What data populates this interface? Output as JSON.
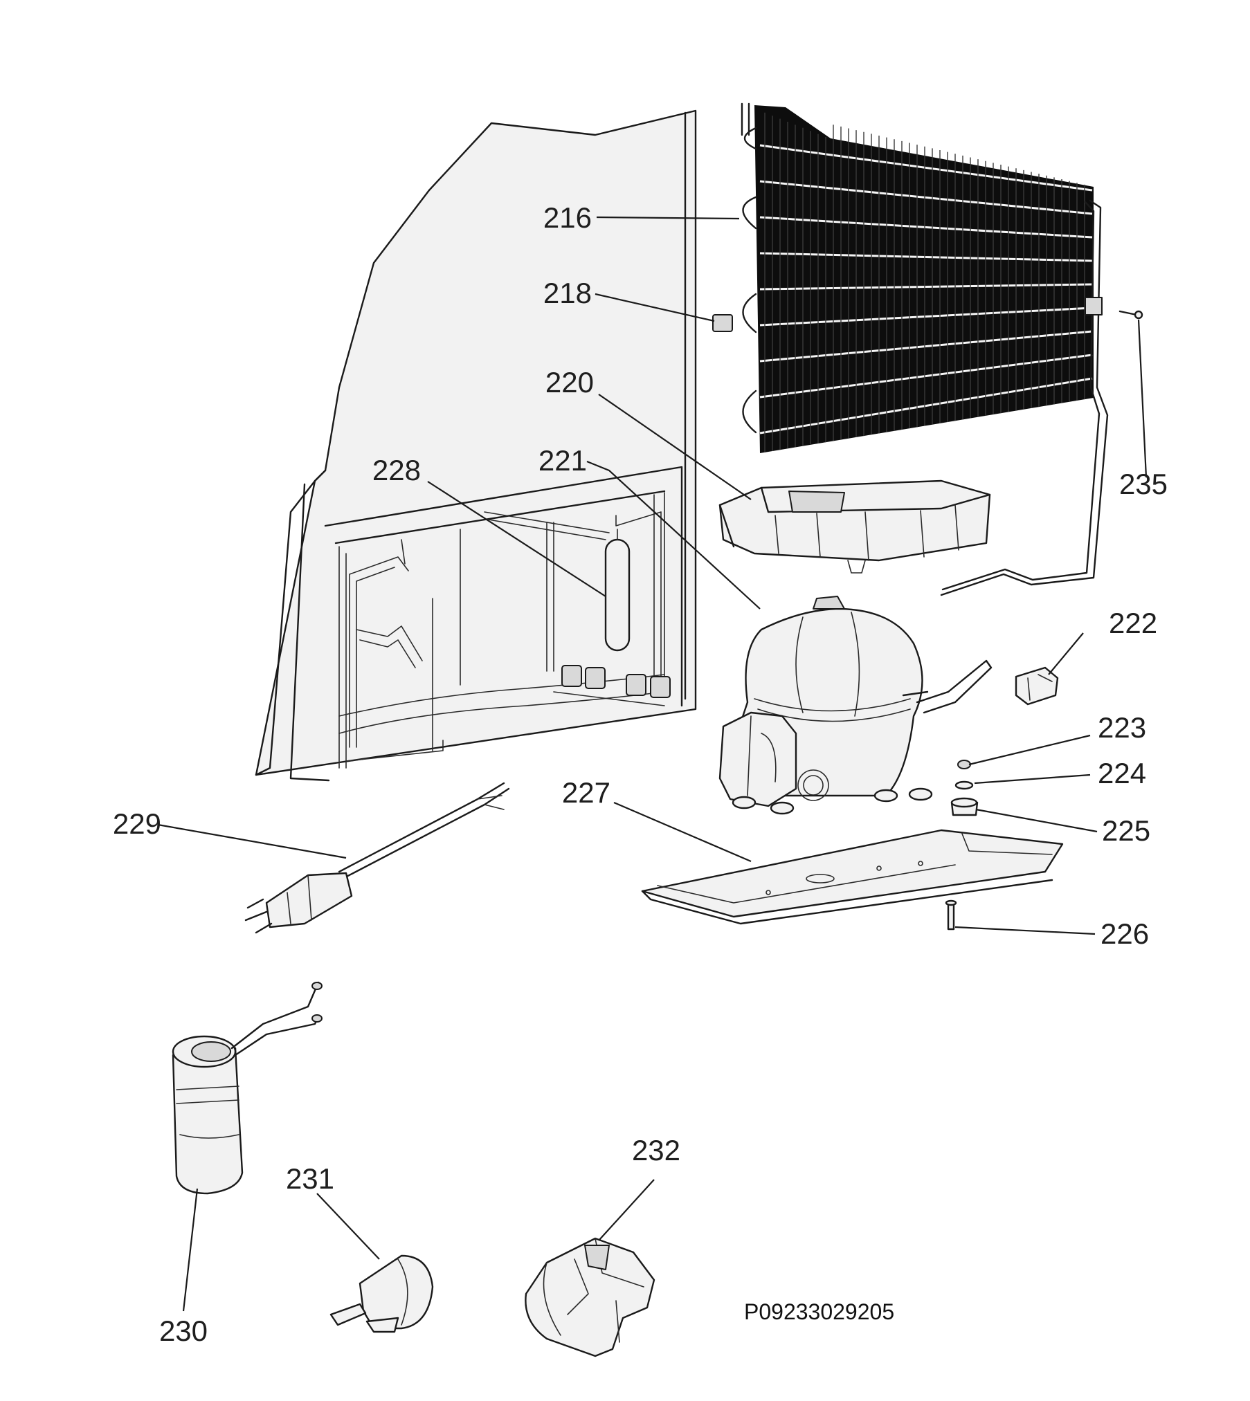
{
  "callouts": [
    {
      "id": "216",
      "text": "216"
    },
    {
      "id": "218",
      "text": "218"
    },
    {
      "id": "220",
      "text": "220"
    },
    {
      "id": "221",
      "text": "221"
    },
    {
      "id": "222",
      "text": "222"
    },
    {
      "id": "223",
      "text": "223"
    },
    {
      "id": "224",
      "text": "224"
    },
    {
      "id": "225",
      "text": "225"
    },
    {
      "id": "226",
      "text": "226"
    },
    {
      "id": "227",
      "text": "227"
    },
    {
      "id": "228",
      "text": "228"
    },
    {
      "id": "229",
      "text": "229"
    },
    {
      "id": "230",
      "text": "230"
    },
    {
      "id": "231",
      "text": "231"
    },
    {
      "id": "232",
      "text": "232"
    },
    {
      "id": "235",
      "text": "235"
    }
  ],
  "drawing_code": "P09233029205",
  "colors": {
    "ink": "#1a1a1a",
    "grille": "#0d0d0d",
    "paper": "#ffffff"
  }
}
